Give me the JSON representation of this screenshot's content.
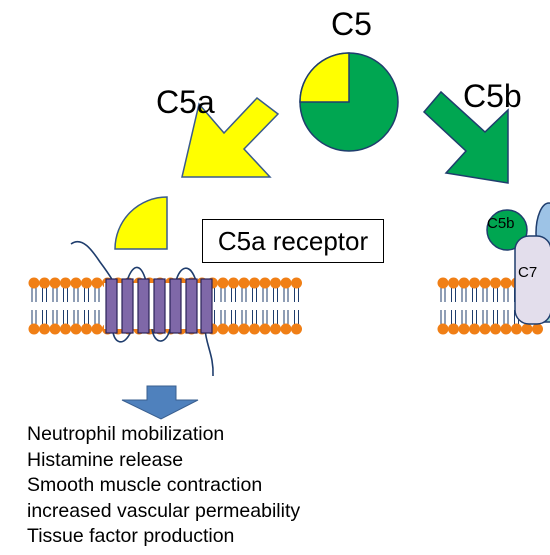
{
  "labels": {
    "c5": "C5",
    "c5a": "C5a",
    "c5b": "C5b",
    "receptor": "C5a receptor",
    "mac_c5b": "C5b",
    "mac_c7": "C7"
  },
  "effects": [
    "Neutrophil mobilization",
    "Histamine release",
    "Smooth muscle contraction",
    "increased vascular permeability",
    "Tissue factor production"
  ],
  "colors": {
    "c5a_yellow": "#ffff00",
    "c5b_green": "#00a651",
    "receptor_purple": "#7f68a8",
    "lipid_head_orange": "#f07f16",
    "down_arrow_blue": "#4f81bd",
    "c7_lavender": "#e3deec",
    "mac_blue": "#9dc3e6",
    "mac_teal": "#9fd9d2"
  }
}
